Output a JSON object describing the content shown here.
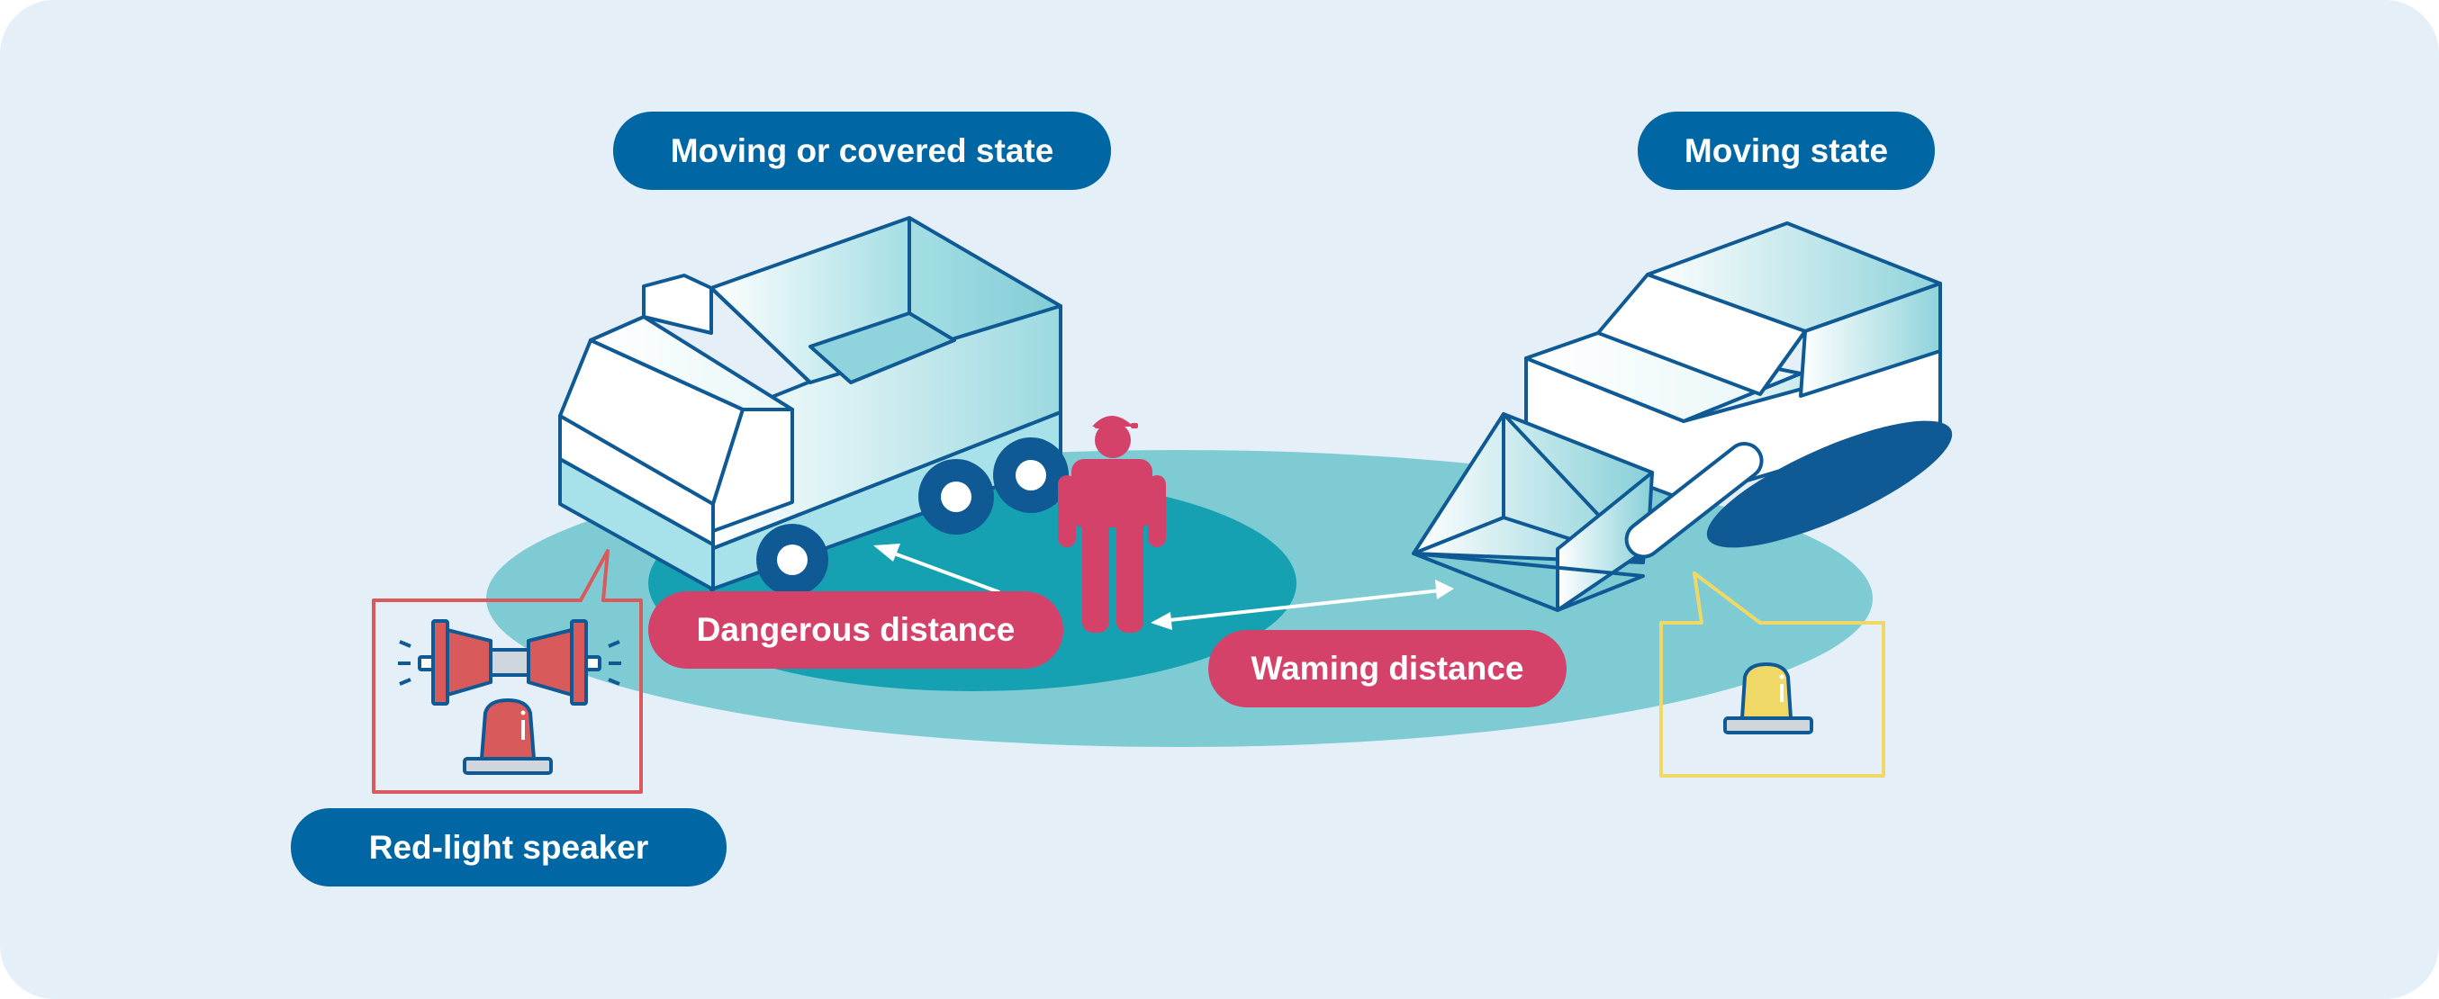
{
  "labels": {
    "moving_or_covered": "Moving or covered state",
    "moving": "Moving state",
    "dangerous": "Dangerous distance",
    "warning": "Waming distance",
    "red_light_speaker": "Red-light speaker"
  },
  "colors": {
    "background": "#e4eff8",
    "navy": "#0066a4",
    "pink": "#d4426a",
    "outer_zone": "#7ecbd4",
    "inner_zone": "#15a1b2",
    "red_callout": "#d85a5a",
    "yellow_callout": "#f0d866"
  },
  "icons": {
    "dump_truck": "dump-truck-icon",
    "loader": "wheel-loader-icon",
    "worker": "worker-icon",
    "speaker": "speaker-icon",
    "red_beacon": "red-beacon-icon",
    "yellow_beacon": "yellow-beacon-icon"
  }
}
